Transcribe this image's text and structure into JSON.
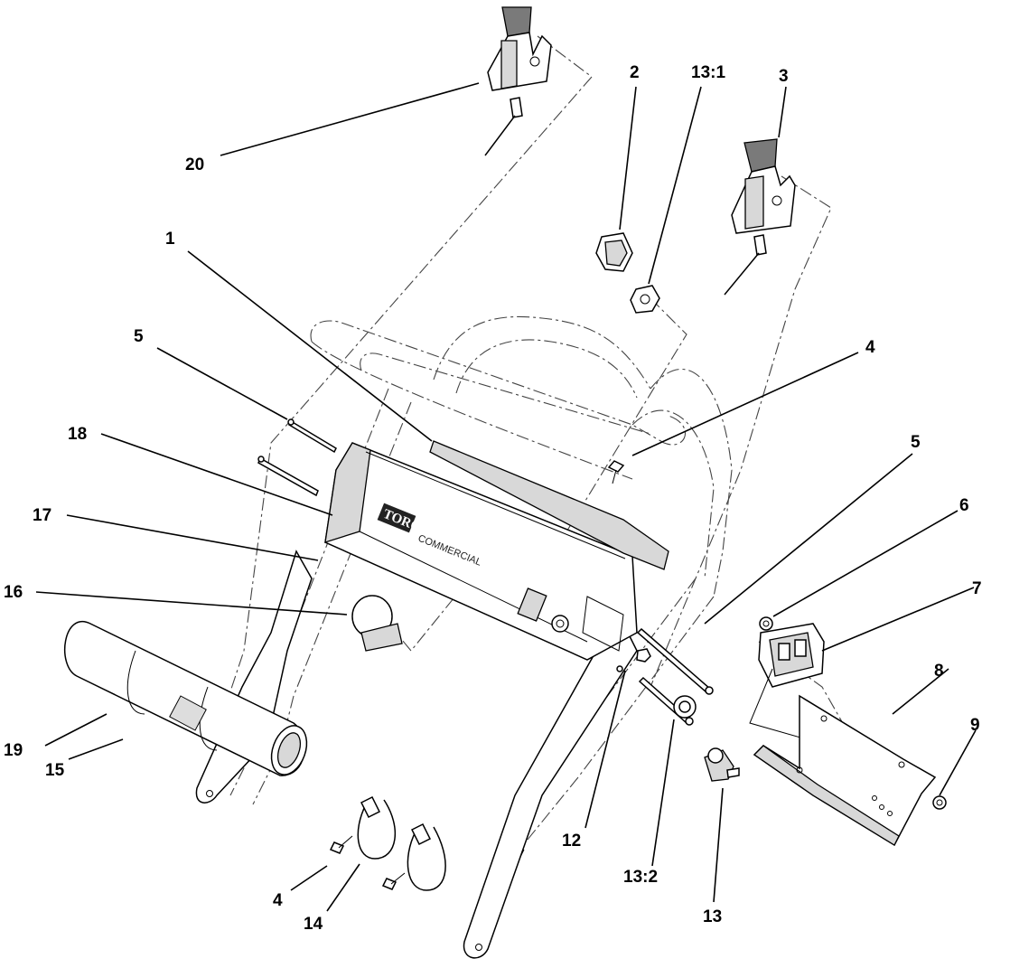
{
  "callouts": {
    "c1": "1",
    "c2": "2",
    "c3": "3",
    "c4a": "4",
    "c4b": "4",
    "c5a": "5",
    "c5b": "5",
    "c6": "6",
    "c7": "7",
    "c8": "8",
    "c9": "9",
    "c12": "12",
    "c13": "13",
    "c13_1": "13:1",
    "c13_2": "13:2",
    "c14": "14",
    "c15": "15",
    "c16": "16",
    "c17": "17",
    "c18": "18",
    "c19": "19",
    "c20": "20"
  },
  "panel": {
    "brand": "TORO",
    "product": "COMMERCIAL"
  }
}
